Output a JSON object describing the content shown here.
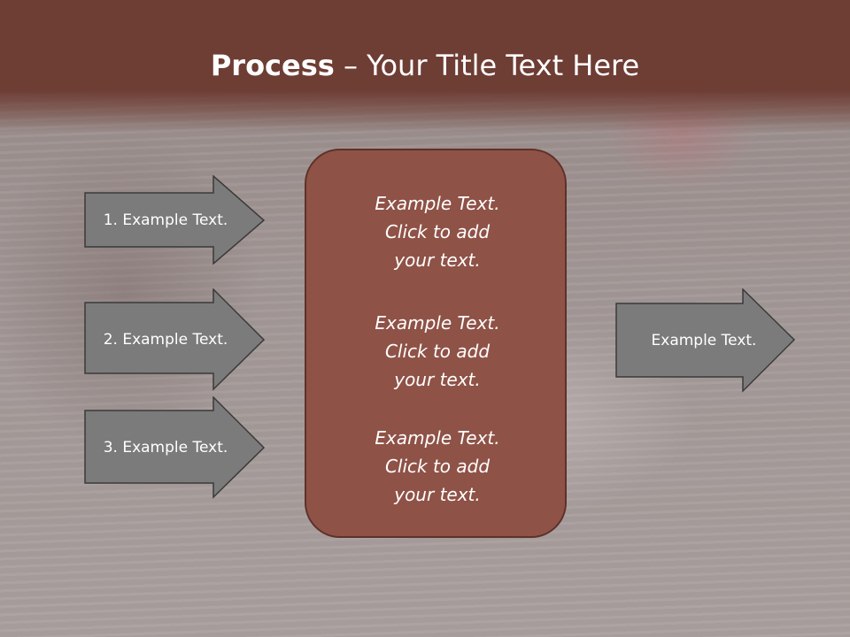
{
  "slide": {
    "title_bold": "Process",
    "title_rest": " – Your Title Text Here"
  },
  "left_arrows": [
    {
      "label": "1. Example Text."
    },
    {
      "label": "2. Example Text."
    },
    {
      "label": "3. Example Text."
    }
  ],
  "center_box": {
    "blocks": [
      {
        "lines": [
          "Example Text.",
          "Click  to add",
          "your text."
        ]
      },
      {
        "lines": [
          "Example Text.",
          "Click  to add",
          "your text."
        ]
      },
      {
        "lines": [
          "Example Text.",
          "Click  to add",
          "your text."
        ]
      }
    ]
  },
  "right_arrow": {
    "label": "Example Text."
  },
  "colors": {
    "title_band": "#6e3d34",
    "arrow_fill": "#7b7b7b",
    "arrow_stroke": "#3a3a3a",
    "center_fill": "#8f5247",
    "center_stroke": "#5e3129",
    "text": "#ffffff"
  }
}
